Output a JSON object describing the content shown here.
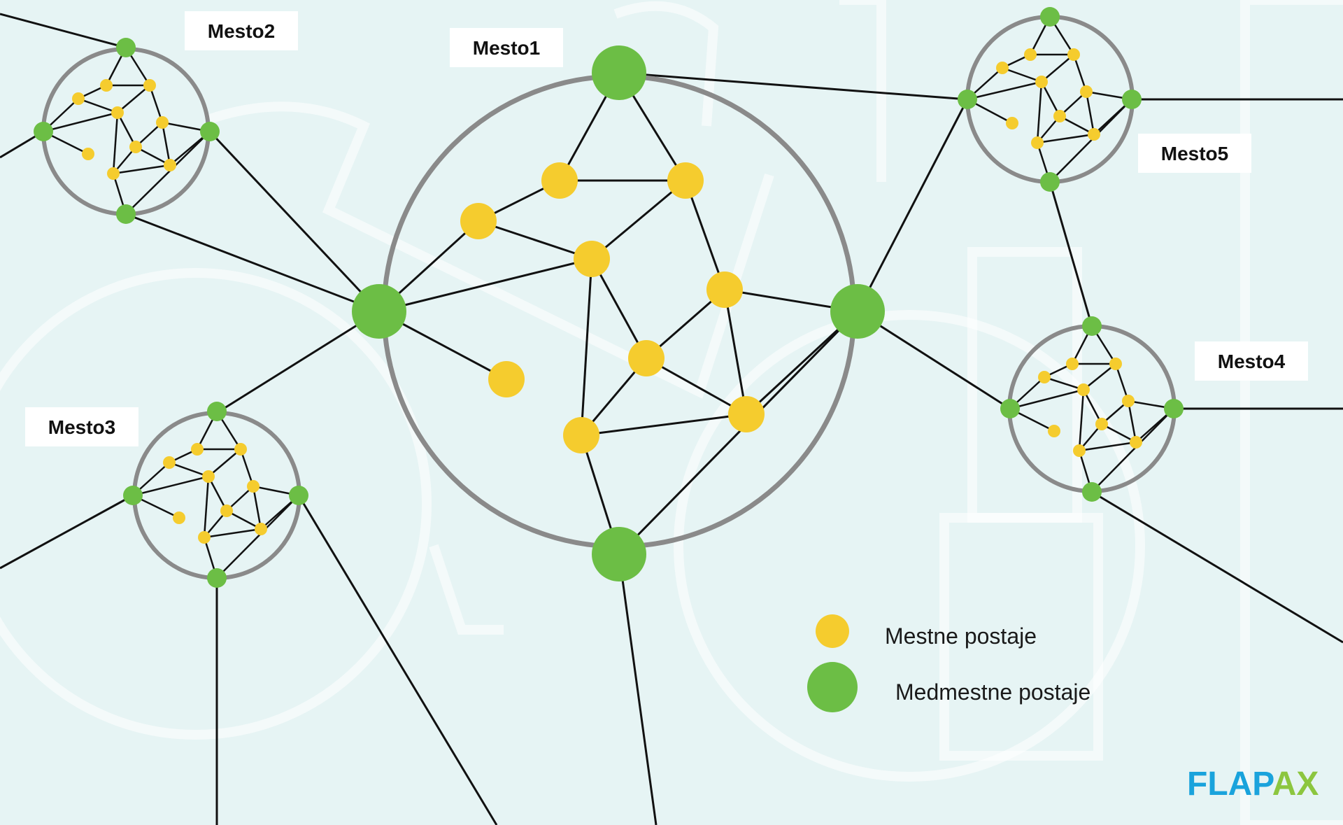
{
  "cities": [
    {
      "id": "mesto1",
      "label": "Mesto1"
    },
    {
      "id": "mesto2",
      "label": "Mesto2"
    },
    {
      "id": "mesto3",
      "label": "Mesto3"
    },
    {
      "id": "mesto4",
      "label": "Mesto4"
    },
    {
      "id": "mesto5",
      "label": "Mesto5"
    }
  ],
  "legend": {
    "local": {
      "label": "Mestne postaje",
      "color": "#f5cc2e"
    },
    "intercity": {
      "label": "Medmestne postaje",
      "color": "#6cbe45"
    }
  },
  "logo": {
    "part1": "FLAP",
    "part2": "AX",
    "color1": "#1aa3dc",
    "color2": "#8cc63f"
  },
  "colors": {
    "background": "#e6f4f4",
    "ring": "#8a8a8a",
    "edge": "#111111"
  }
}
